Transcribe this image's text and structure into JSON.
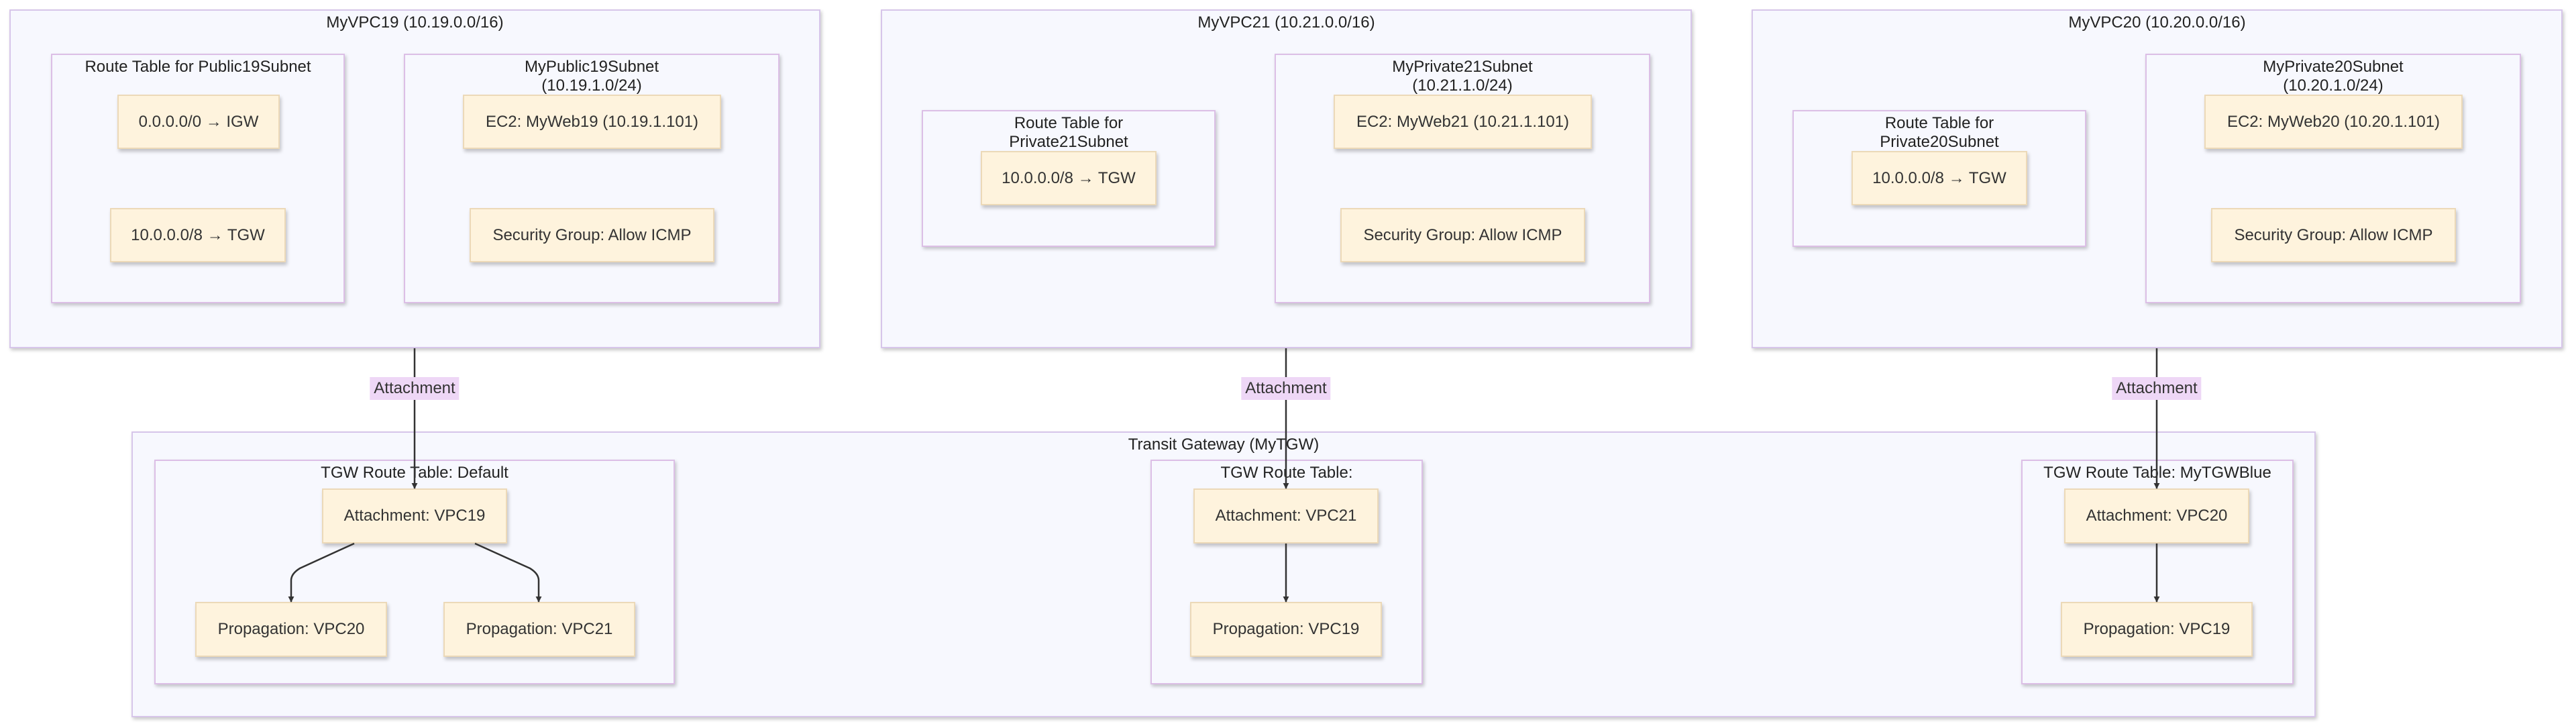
{
  "vpcs": {
    "vpc19": {
      "title": "MyVPC19 (10.19.0.0/16)",
      "route_table": {
        "title": "Route Table for Public19Subnet",
        "routes": [
          "0.0.0.0/0 → IGW",
          "10.0.0.0/8 → TGW"
        ]
      },
      "subnet": {
        "title": "MyPublic19Subnet\n(10.19.1.0/24)",
        "ec2": "EC2: MyWeb19 (10.19.1.101)",
        "sg": "Security Group: Allow ICMP"
      }
    },
    "vpc21": {
      "title": "MyVPC21 (10.21.0.0/16)",
      "route_table": {
        "title": "Route Table for\nPrivate21Subnet",
        "routes": [
          "10.0.0.0/8 → TGW"
        ]
      },
      "subnet": {
        "title": "MyPrivate21Subnet\n(10.21.1.0/24)",
        "ec2": "EC2: MyWeb21 (10.21.1.101)",
        "sg": "Security Group: Allow ICMP"
      }
    },
    "vpc20": {
      "title": "MyVPC20 (10.20.0.0/16)",
      "route_table": {
        "title": "Route Table for\nPrivate20Subnet",
        "routes": [
          "10.0.0.0/8 → TGW"
        ]
      },
      "subnet": {
        "title": "MyPrivate20Subnet\n(10.20.1.0/24)",
        "ec2": "EC2: MyWeb20 (10.20.1.101)",
        "sg": "Security Group: Allow ICMP"
      }
    }
  },
  "edge_label": "Attachment",
  "tgw": {
    "title": "Transit Gateway (MyTGW)",
    "tables": {
      "default": {
        "title": "TGW Route Table: Default",
        "attachment": "Attachment: VPC19",
        "propagations": [
          "Propagation: VPC20",
          "Propagation: VPC21"
        ]
      },
      "middle": {
        "title": "TGW Route Table:",
        "attachment": "Attachment: VPC21",
        "propagations": [
          "Propagation: VPC19"
        ]
      },
      "blue": {
        "title": "TGW Route Table: MyTGWBlue",
        "attachment": "Attachment: VPC20",
        "propagations": [
          "Propagation: VPC19"
        ]
      }
    }
  },
  "colors": {
    "cluster_fill": "#f7f8fe",
    "cluster_border": "#d7c6ea",
    "node_fill": "#fef3dd",
    "node_border": "#ecd9b8",
    "edge_label_fill": "#eed7f6",
    "edge_stroke": "#333333"
  }
}
